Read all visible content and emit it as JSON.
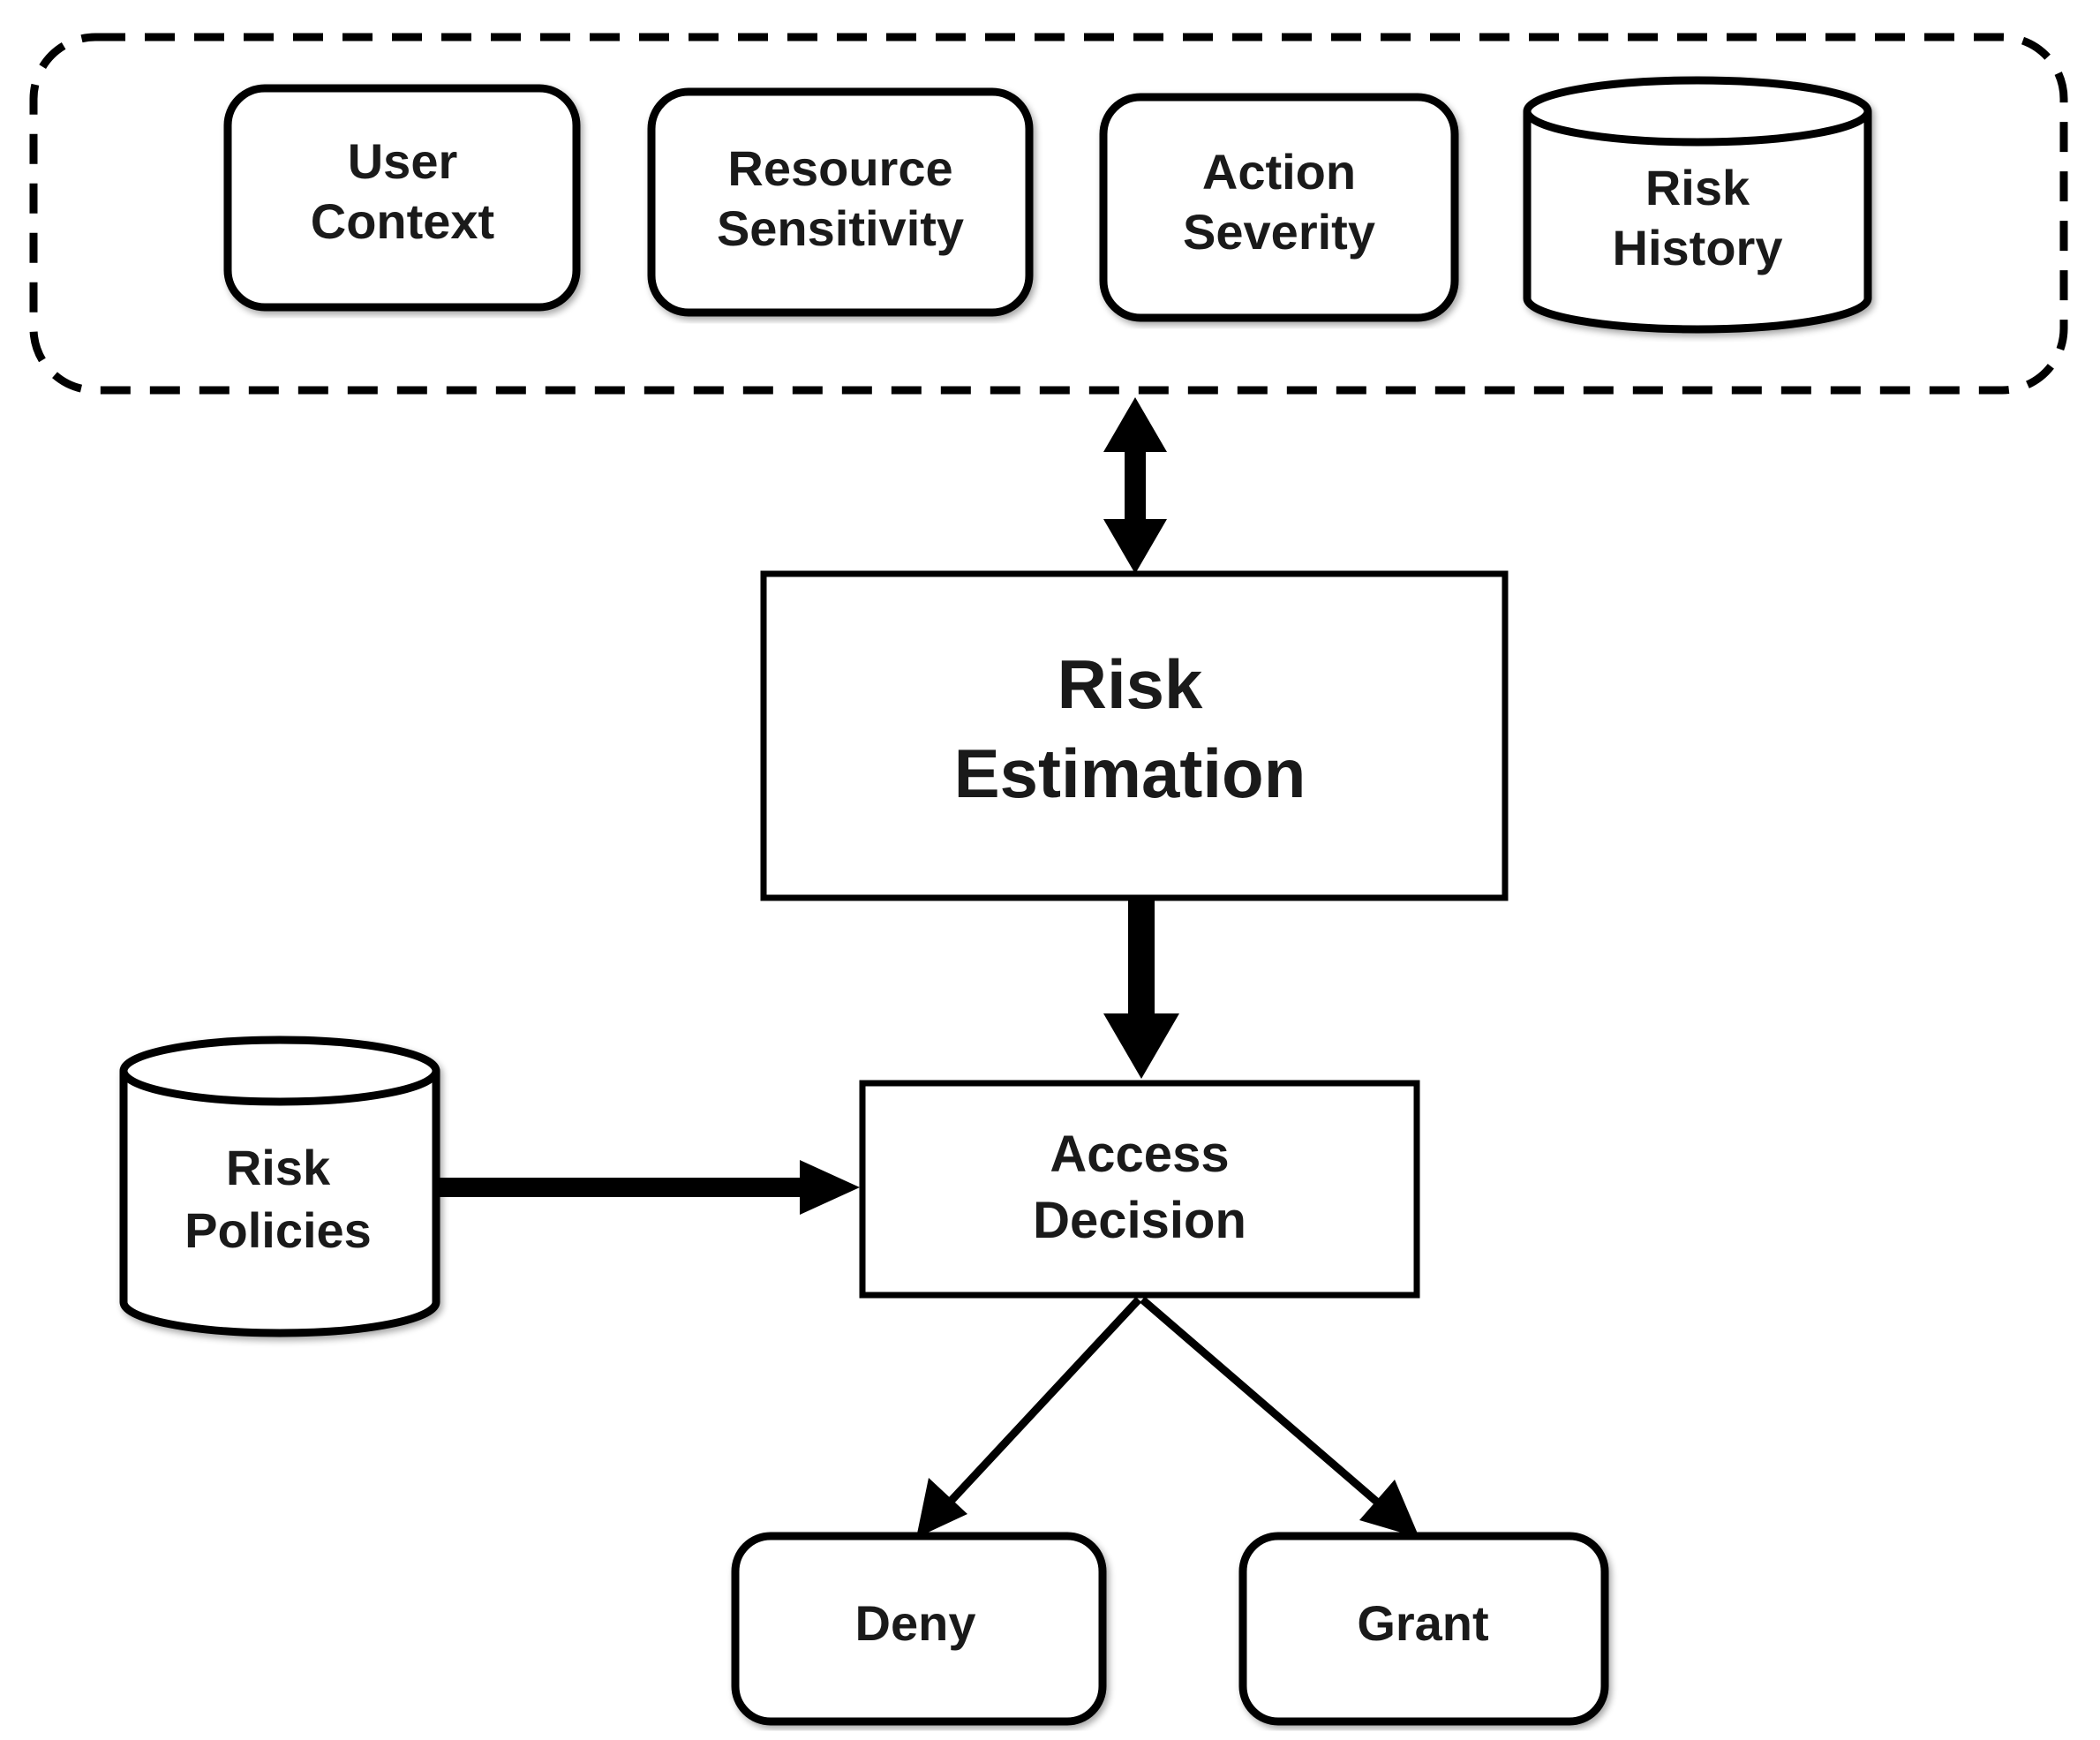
{
  "inputs": {
    "user_context": [
      "User",
      "Context"
    ],
    "resource_sensitivity": [
      "Resource",
      "Sensitivity"
    ],
    "action_severity": [
      "Action",
      "Severity"
    ],
    "risk_history": [
      "Risk",
      "History"
    ]
  },
  "risk_estimation": [
    "Risk",
    "Estimation"
  ],
  "access_decision": [
    "Access",
    "Decision"
  ],
  "risk_policies": [
    "Risk",
    "Policies"
  ],
  "outcomes": {
    "deny": "Deny",
    "grant": "Grant"
  },
  "colors": {
    "stroke": "#000000",
    "text": "#1a1a1a",
    "background": "#ffffff"
  }
}
